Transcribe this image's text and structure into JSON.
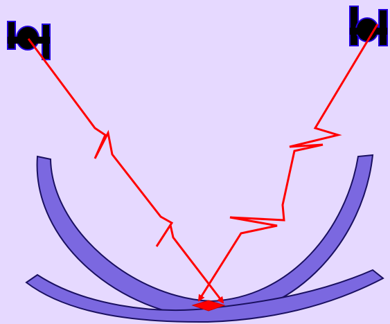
{
  "colors": {
    "background": "#e6d9ff",
    "arc_fill": "#7b68e0",
    "arc_stroke": "#1a1060",
    "beam": "#ff0000",
    "source_body": "#000000",
    "source_outline": "#2200dd",
    "overlap_marker": "#ff0000"
  },
  "elements": {
    "source_left_icon": "source-icon",
    "source_right_icon": "source-icon",
    "upper_arc": "mirror-arc",
    "lower_arc": "mirror-arc",
    "beam_left": "zigzag-ray",
    "beam_right": "zigzag-ray",
    "focus": "focus-diamond"
  }
}
